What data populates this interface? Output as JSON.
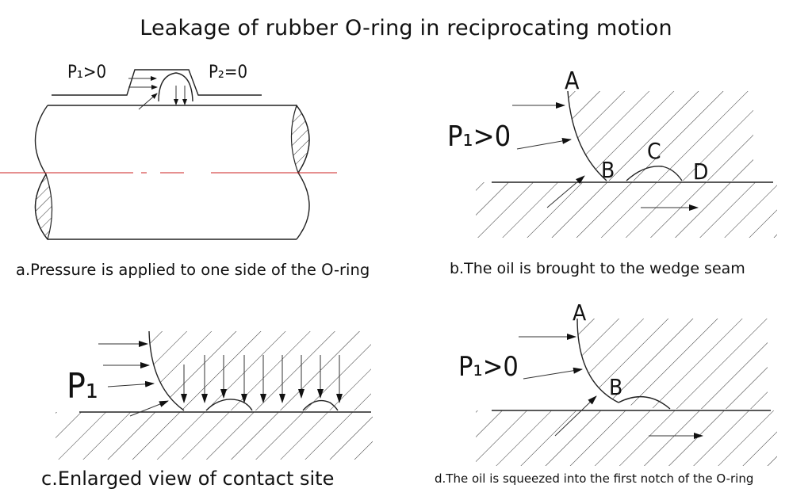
{
  "title": "Leakage of rubber O-ring in reciprocating motion",
  "panels": {
    "a": {
      "caption": "a.Pressure is applied to one side of the O-ring",
      "p1_label": "P₁>0",
      "p2_label": "P₂=0"
    },
    "b": {
      "caption": "b.The oil is brought to the wedge seam",
      "p1_label": "P₁>0",
      "point_a": "A",
      "point_b": "B",
      "point_c": "C",
      "point_d": "D"
    },
    "c": {
      "caption": "c.Enlarged view of contact site",
      "p1_label": "P₁"
    },
    "d": {
      "caption": "d.The oil is squeezed into the first notch of the O-ring",
      "p1_label": "P₁>0",
      "point_a": "A",
      "point_b": "B"
    }
  },
  "colors": {
    "centerline": "#cc2222",
    "ink": "#222222"
  }
}
